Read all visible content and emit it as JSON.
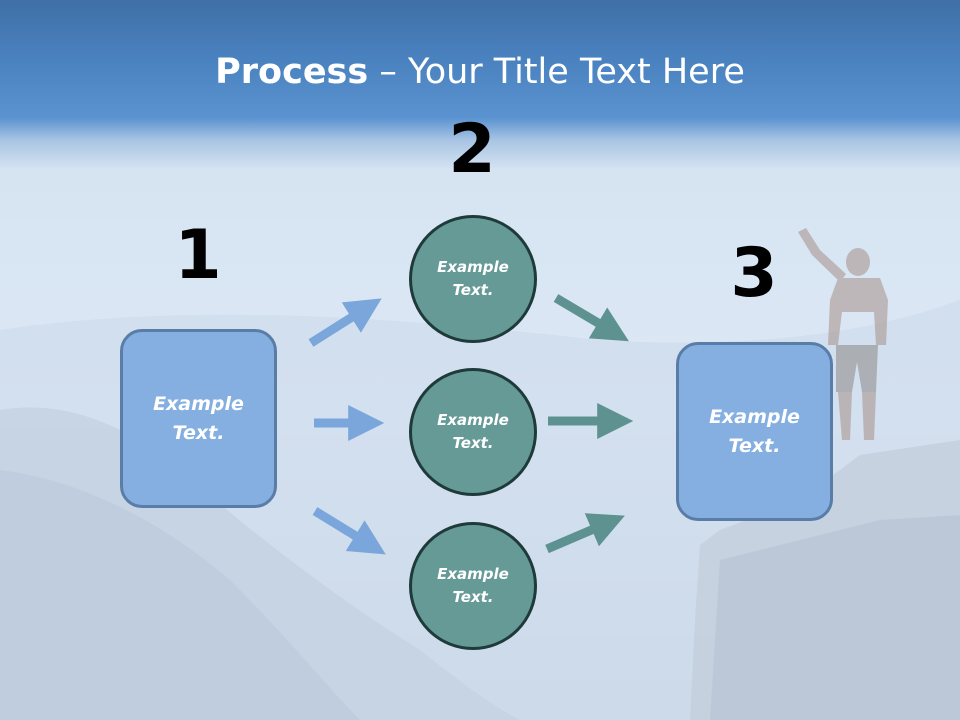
{
  "title": {
    "bold": "Process",
    "rest": " – Your Title Text Here"
  },
  "steps": {
    "one": {
      "number": "1",
      "label_line1": "Example",
      "label_line2": "Text."
    },
    "two": {
      "number": "2"
    },
    "three": {
      "number": "3",
      "label_line1": "Example",
      "label_line2": "Text."
    }
  },
  "circles": [
    {
      "line1": "Example",
      "line2": "Text."
    },
    {
      "line1": "Example",
      "line2": "Text."
    },
    {
      "line1": "Example",
      "line2": "Text."
    }
  ],
  "colors": {
    "left_arrows": "#7aa6dc",
    "right_arrows": "#5e9290",
    "box_fill": "#85afe0",
    "circle_fill": "#659a97"
  }
}
